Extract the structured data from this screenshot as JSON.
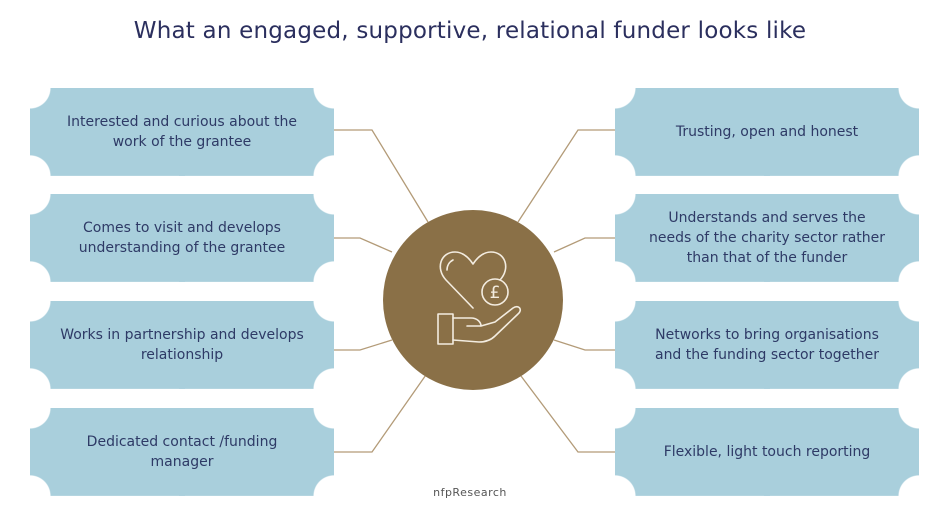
{
  "title": "What an engaged, supportive, relational funder looks like",
  "left_items": [
    "Interested and curious about the work of the grantee",
    "Comes to visit and develops understanding of the grantee",
    "Works in partnership and develops relationship",
    "Dedicated contact /funding manager"
  ],
  "right_items": [
    "Trusting, open and honest",
    "Understands and serves the needs of the charity sector rather than that of the funder",
    "Networks to bring organisations and the funding sector together",
    "Flexible, light touch reporting"
  ],
  "center_icon": "hand-heart-pound-icon",
  "footer": "nfpResearch",
  "colors": {
    "box": "#a9cfdc",
    "text": "#2e3a66",
    "hub": "#8a7047",
    "connector": "#b39b78"
  }
}
